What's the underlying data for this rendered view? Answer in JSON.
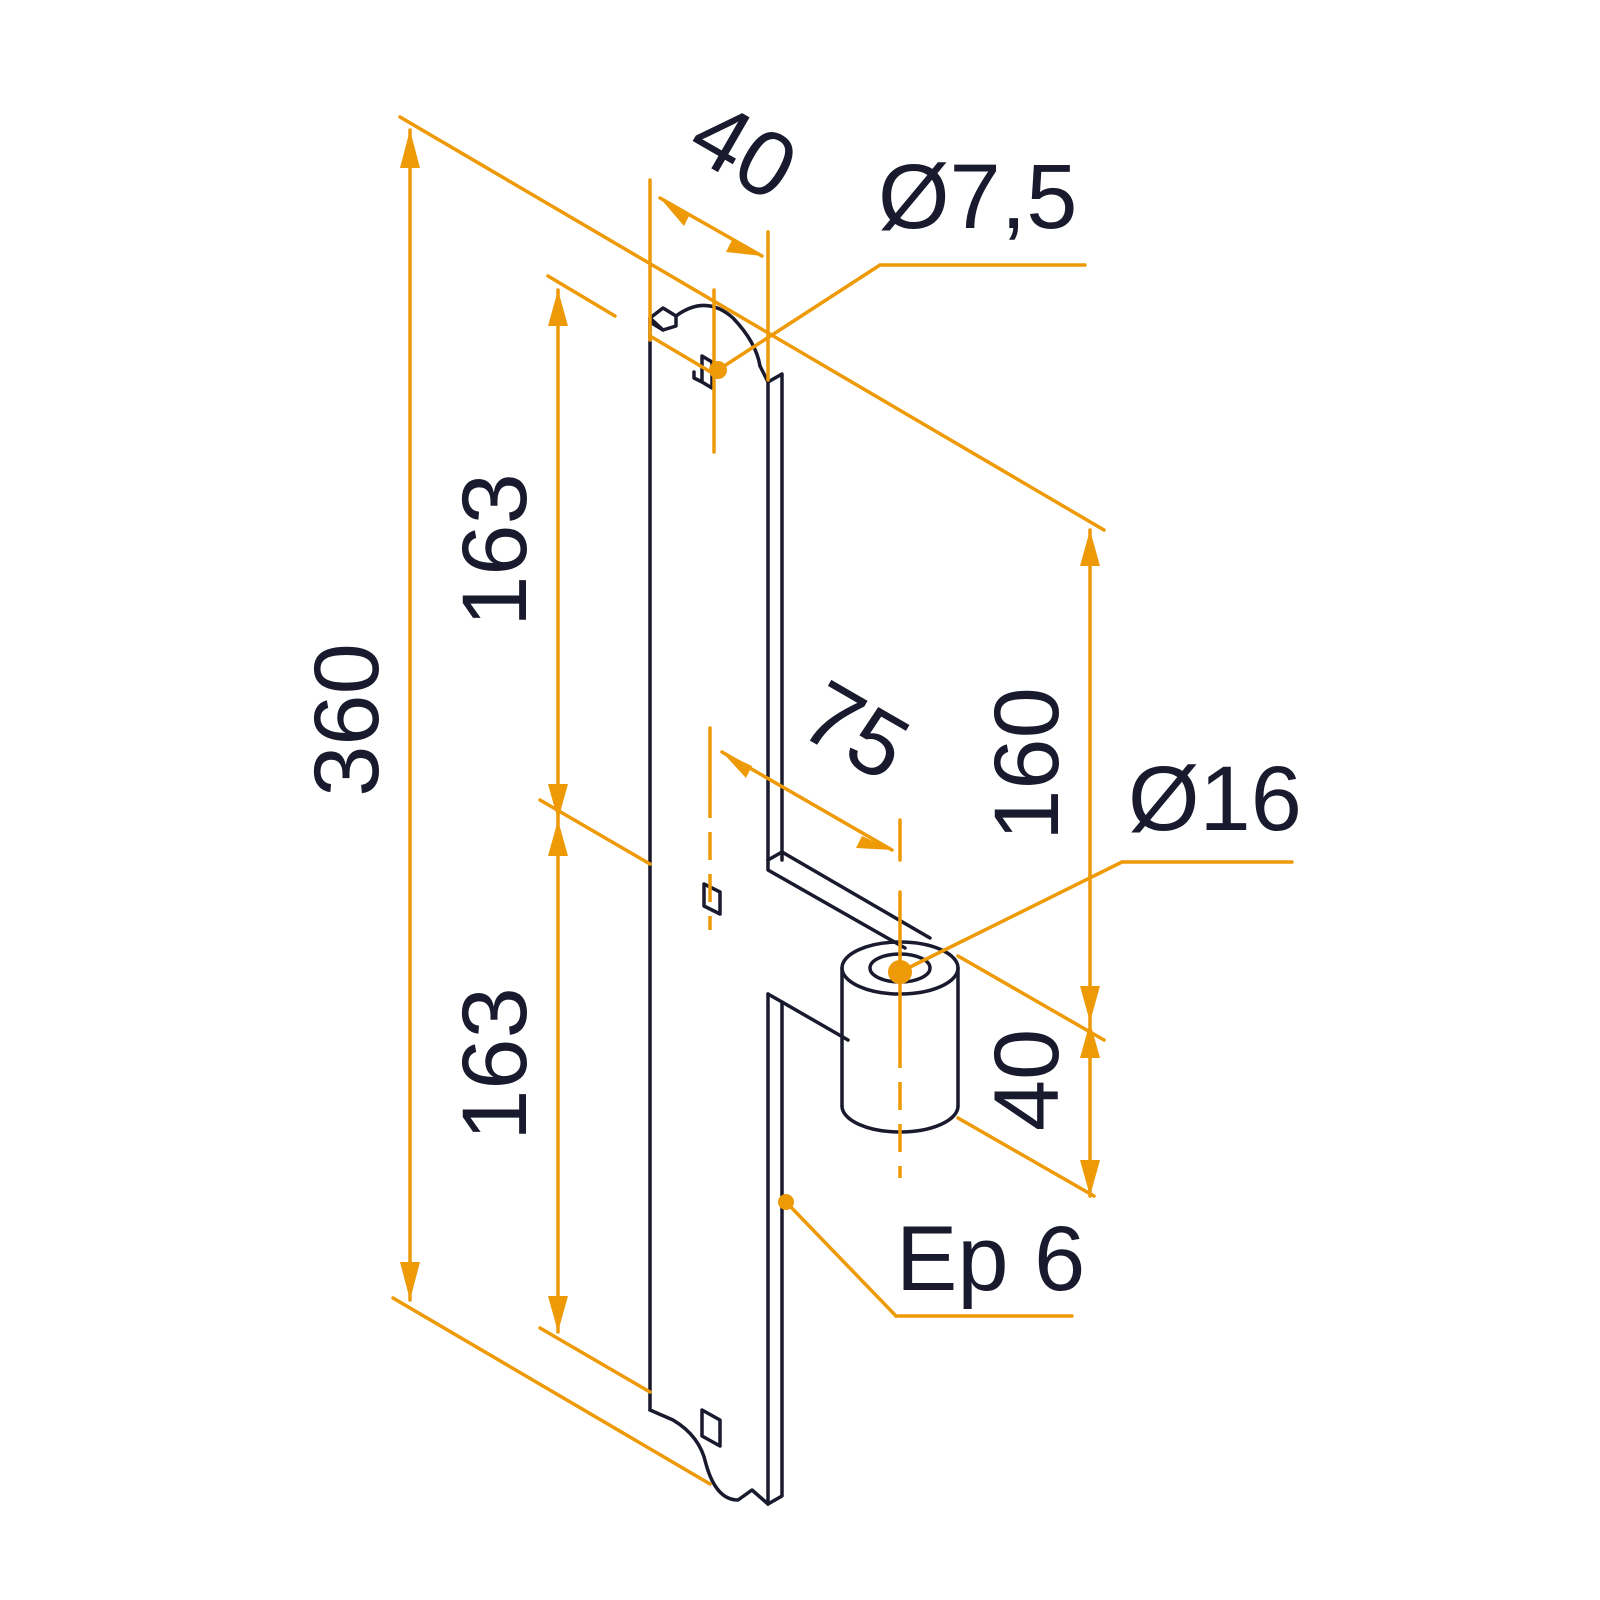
{
  "colors": {
    "dimension": "#ee9a06",
    "outline": "#1a1a2e",
    "background": "#ffffff"
  },
  "dimensions": {
    "overall_height": "360",
    "upper_hole_spacing": "163",
    "lower_hole_spacing": "163",
    "plate_width": "40",
    "hole_diameter": "Ø7,5",
    "offset": "75",
    "pin_height_offset": "160",
    "pin_diameter": "Ø16",
    "pin_length": "40",
    "thickness": "Ep 6"
  }
}
